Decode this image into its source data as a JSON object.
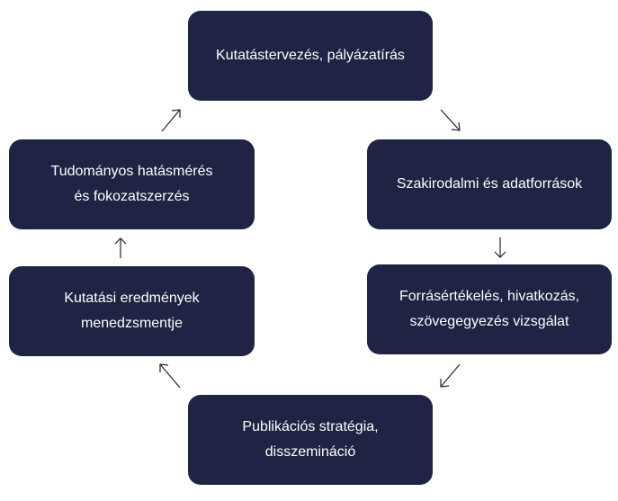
{
  "diagram": {
    "nodes": [
      {
        "id": "n0",
        "label": "Kutatástervezés, pályázatírás"
      },
      {
        "id": "n1",
        "label": "Szakirodalmi és adatforrások"
      },
      {
        "id": "n2",
        "label": "Forrásértékelés, hivatkozás,\nszövegegyezés vizsgálat"
      },
      {
        "id": "n3",
        "label": "Publikációs stratégia,\ndisszemináció"
      },
      {
        "id": "n4",
        "label": "Kutatási eredmények\nmenedzsmentje"
      },
      {
        "id": "n5",
        "label": "Tudományos hatásmérés\nés fokozatszerzés"
      }
    ],
    "edges": [
      {
        "from": "n0",
        "to": "n1"
      },
      {
        "from": "n1",
        "to": "n2"
      },
      {
        "from": "n2",
        "to": "n3"
      },
      {
        "from": "n3",
        "to": "n4"
      },
      {
        "from": "n4",
        "to": "n5"
      },
      {
        "from": "n5",
        "to": "n0"
      }
    ],
    "colors": {
      "node_fill": "#1f2344",
      "node_text": "#ffffff",
      "arrow": "#1f2344"
    }
  }
}
